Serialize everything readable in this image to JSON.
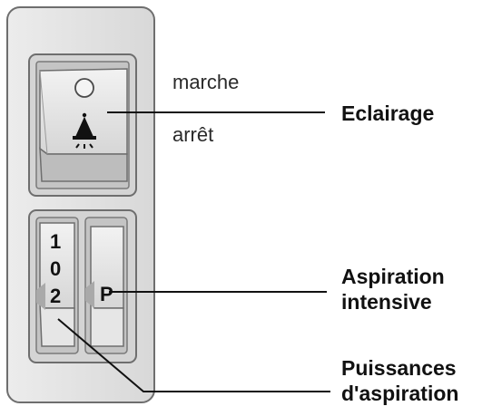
{
  "labels": {
    "on": "marche",
    "off": "arrêt",
    "lighting": "Eclairage",
    "boost_line1": "Aspiration",
    "boost_line2": "intensive",
    "speeds_line1": "Puissances",
    "speeds_line2": "d'aspiration"
  },
  "speed_switch": {
    "positions": [
      "1",
      "0",
      "2"
    ]
  },
  "boost_switch": {
    "label": "P"
  },
  "icons": {
    "light_switch": "lamp-icon",
    "indicator": "indicator-circle-icon"
  },
  "colors": {
    "panel_fill": "#e2e2e2",
    "panel_stroke": "#6e6e6e",
    "switch_fill": "#dcdcdc",
    "switch_face": "#eeeeee",
    "switch_shadow": "#a9a9a9",
    "leader_line": "#111111"
  }
}
